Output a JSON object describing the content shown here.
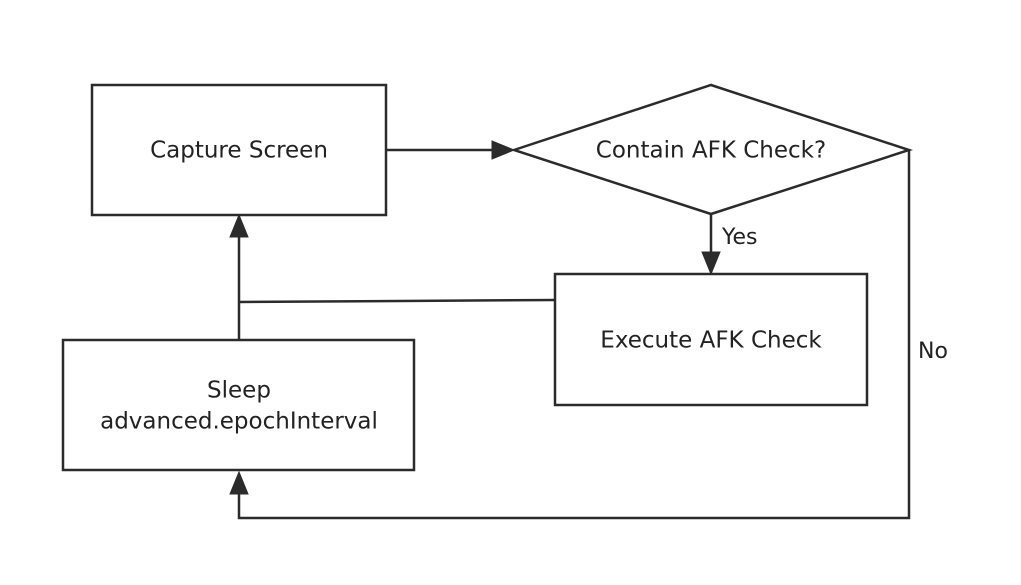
{
  "nodes": {
    "capture_screen": "Capture Screen",
    "contain_afk_check": "Contain AFK Check?",
    "execute_afk_check": "Execute AFK Check",
    "sleep_line1": "Sleep",
    "sleep_line2": "advanced.epochInterval"
  },
  "edges": {
    "yes_label": "Yes",
    "no_label": "No"
  },
  "colors": {
    "stroke": "#2b2b2b",
    "text": "#222222",
    "background": "#ffffff"
  }
}
